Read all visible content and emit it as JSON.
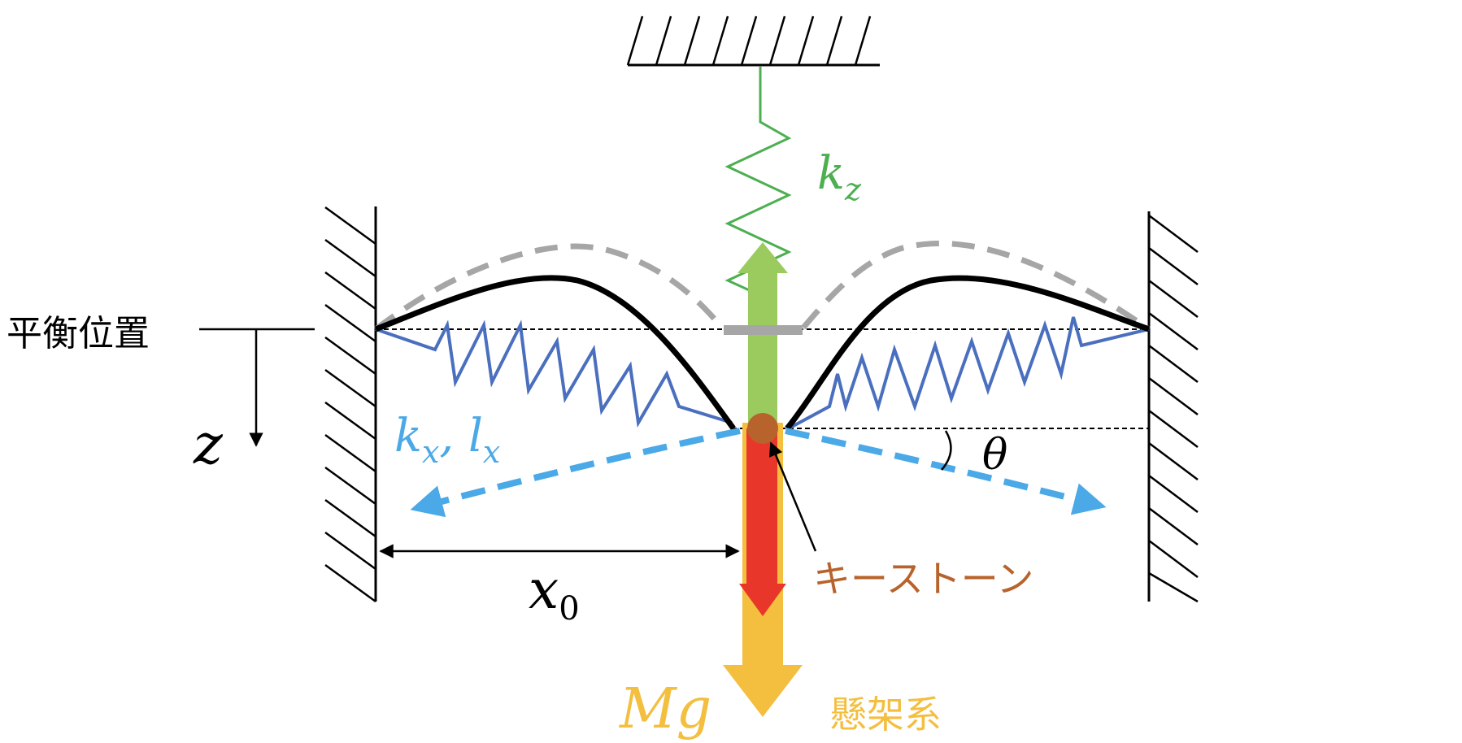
{
  "labels": {
    "kz": {
      "base": "k",
      "sub": "z"
    },
    "kx_lx": {
      "k": "k",
      "k_sub": "x",
      "sep": ", ",
      "l": "l",
      "l_sub": "x"
    },
    "equilibrium": "平衡位置",
    "z_axis": "z",
    "theta": "θ",
    "x0": {
      "base": "x",
      "sub": "0"
    },
    "keystone": "キーストーン",
    "mg": "Mg",
    "suspension": "懸架系"
  },
  "colors": {
    "spring_vertical": "#4caf50",
    "spring_horizontal": "#4a6fbf",
    "blade": "#000000",
    "blade_rest": "#a6a6a6",
    "arrow_up": "#9bcb5f",
    "arrow_tension": "#4aa9e6",
    "arrow_red": "#e8372a",
    "arrow_gravity": "#f4be3e",
    "keystone": "#b8632b",
    "kz_text": "#4caf50",
    "kx_text": "#4aa9e6",
    "keystone_text": "#b8632b",
    "mg_text": "#f4be3e"
  }
}
